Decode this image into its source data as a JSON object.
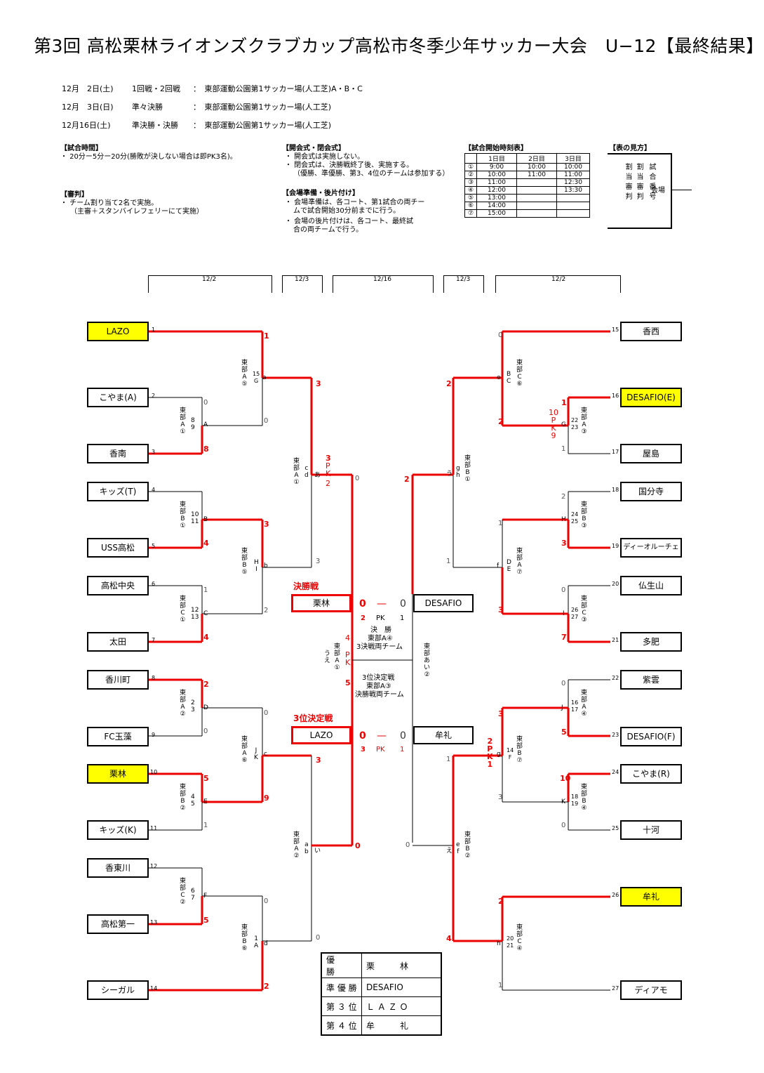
{
  "title": "第3回 高松栗林ライオンズクラブカップ高松市冬季少年サッカー大会　U−12【最終結果】",
  "schedule": [
    {
      "date": "12月　2日(土)",
      "round": "1回戦・2回戦",
      "venue": "：　東部運動公園第1サッカー場(人工芝)A・B・C"
    },
    {
      "date": "12月　3日(日)",
      "round": "準々決勝",
      "venue": "：　東部運動公園第1サッカー場(人工芝)"
    },
    {
      "date": "12月16日(土)",
      "round": "準決勝・決勝",
      "venue": "：　東部運動公園第1サッカー場(人工芝)"
    }
  ],
  "notes": {
    "match_time_h": "【試合時間】",
    "match_time": "・ 20分ー5分ー20分(勝敗が決しない場合は即PK3名)。",
    "referee_h": "【審判】",
    "referee_1": "・ チーム割り当て2名で実施。",
    "referee_2": "（主審＋スタンバイレフェリーにて実施）",
    "ceremony_h": "【開会式・閉会式】",
    "ceremony_1": "・ 開会式は実施しない。",
    "ceremony_2": "・ 閉会式は、決勝戦終了後、実施する。",
    "ceremony_3": "（優勝、準優勝、第3、4位のチームは参加する）",
    "venue_h": "【会場準備・後片付け】",
    "venue_1": "・ 会場準備は、各コート、第1試合の両チー",
    "venue_2": "ムで試合開始30分前までに行う。",
    "venue_3": "・ 会場の後片付けは、各コート、最終試",
    "venue_4": "合の両チームで行う。"
  },
  "timetable": {
    "heading": "【試合開始時刻表】",
    "cols": [
      "",
      "1日目",
      "2日目",
      "3日目"
    ],
    "rows": [
      [
        "①",
        "9:00",
        "10:00",
        "10:00"
      ],
      [
        "②",
        "10:00",
        "11:00",
        "11:00"
      ],
      [
        "③",
        "11:00",
        "",
        "12:30"
      ],
      [
        "④",
        "12:00",
        "",
        "13:30"
      ],
      [
        "⑤",
        "13:00",
        "",
        ""
      ],
      [
        "⑥",
        "14:00",
        "",
        ""
      ],
      [
        "⑦",
        "15:00",
        "",
        ""
      ]
    ]
  },
  "legend": {
    "heading": "【表の見方】",
    "col1": "割当審判",
    "col2": "割当審判",
    "col3": "試合番号",
    "col4": "会場"
  },
  "date_headers": [
    "12/2",
    "12/3",
    "12/16",
    "12/3",
    "12/2"
  ],
  "left_teams": [
    {
      "seed": "1",
      "name": "LAZO",
      "hl": true
    },
    {
      "seed": "2",
      "name": "こやま(A)"
    },
    {
      "seed": "3",
      "name": "香南"
    },
    {
      "seed": "4",
      "name": "キッズ(T)"
    },
    {
      "seed": "5",
      "name": "USS高松"
    },
    {
      "seed": "6",
      "name": "高松中央"
    },
    {
      "seed": "7",
      "name": "太田"
    },
    {
      "seed": "8",
      "name": "香川町"
    },
    {
      "seed": "9",
      "name": "FC玉藻"
    },
    {
      "seed": "10",
      "name": "栗林",
      "hl": true
    },
    {
      "seed": "11",
      "name": "キッズ(K)"
    },
    {
      "seed": "12",
      "name": "香東川"
    },
    {
      "seed": "13",
      "name": "高松第一"
    },
    {
      "seed": "14",
      "name": "シーガル"
    }
  ],
  "right_teams": [
    {
      "seed": "15",
      "name": "香西"
    },
    {
      "seed": "16",
      "name": "DESAFIO(E)",
      "hl": true
    },
    {
      "seed": "17",
      "name": "屋島"
    },
    {
      "seed": "18",
      "name": "国分寺"
    },
    {
      "seed": "19",
      "name": "ディーオルーチェ"
    },
    {
      "seed": "20",
      "name": "仏生山"
    },
    {
      "seed": "21",
      "name": "多肥"
    },
    {
      "seed": "22",
      "name": "紫雲"
    },
    {
      "seed": "23",
      "name": "DESAFIO(F)"
    },
    {
      "seed": "24",
      "name": "こやま(R)"
    },
    {
      "seed": "25",
      "name": "十河"
    },
    {
      "seed": "26",
      "name": "牟礼",
      "hl": true
    },
    {
      "seed": "27",
      "name": "ディアモ"
    }
  ],
  "final": {
    "label": "決勝戦",
    "left": "栗林",
    "right": "DESAFIO",
    "score_l": "0",
    "dash": "—",
    "score_r": "0",
    "pk_l": "2",
    "pk": "PK",
    "pk_r": "1",
    "note1": "決　勝",
    "note2": "東部A④",
    "note3": "3決戦両チーム"
  },
  "third": {
    "label": "3位決定戦",
    "left": "LAZO",
    "right": "牟礼",
    "score_l": "0",
    "dash": "—",
    "score_r": "0",
    "pk_l": "3",
    "pk": "PK",
    "pk_r": "1",
    "note1": "3位決定戦",
    "note2": "東部A③",
    "note3": "決勝戦両チーム"
  },
  "results": [
    {
      "place": "優　　勝",
      "team": "栗　　　林"
    },
    {
      "place": "準 優 勝",
      "team": "DESAFIO"
    },
    {
      "place": "第 ３ 位",
      "team": "Ｌ Ａ Ｚ Ｏ"
    },
    {
      "place": "第 ４ 位",
      "team": "牟　　　礼"
    }
  ],
  "scores": {
    "a1": "1",
    "a2": "3",
    "a3": "0",
    "A_top": "0",
    "A_bot": "8",
    "ca": "3",
    "cb": "0",
    "ap": "3",
    "apk": "P\nK",
    "apk2": "2",
    "b1": "3",
    "b2": "4",
    "bh": "3",
    "bi": "2",
    "d1": "2",
    "d2": "0",
    "e1": "5",
    "e2": "9",
    "e3": "1",
    "jk1": "0",
    "jk2": "3",
    "f1": "0",
    "f2": "5",
    "fd": "0",
    "fd2": "2",
    "il": "4",
    "ilpk": "P\nK",
    "il5": "5",
    "il0": "0",
    "r15": "0",
    "r_e": "2",
    "rg1": "1",
    "rpk": "10\nP\nK\n9",
    "rg2": "1",
    "r2": "2",
    "ru": "2",
    "rh1": "2",
    "rh2": "3",
    "rde1": "1",
    "rde2": "1",
    "ri1": "0",
    "ri2": "7",
    "ri3": "3",
    "rj1": "0",
    "rj2": "5",
    "rf1": "3",
    "rf2": "2",
    "rk1": "10",
    "rk2": "0",
    "rk3": "3",
    "rfpk": "2\nP\nK\n1",
    "reb1": "0",
    "reb2": "1",
    "rh3": "2",
    "rh4": "4",
    "rh5": "1"
  },
  "labels": {
    "G": "東\n部\nA\n⑤",
    "Gnum": "15\nG",
    "A": "東\n部\nA\n①",
    "Anum": "8\n9",
    "cd": "東\n部\nA\n①",
    "B": "東\n部\nB\n①",
    "Bnum": "10\n11",
    "HI": "東\n部\nB\n⑤",
    "C": "東\n部\nC\n①",
    "Cnum": "12\n13",
    "D": "東\n部\nA\n②",
    "Dnum": "2\n3",
    "JK": "東\n部\nA\n⑥",
    "E": "東\n部\nB\n②",
    "Enum": "4\n5",
    "ab": "東\n部\nA\n②",
    "F": "東\n部\nC\n②",
    "Fnum": "6\n7",
    "d": "東\n部\nB\n⑥",
    "dnum": "1\nA",
    "ue": "東\n部\nA\n①",
    "rBC": "東\n部\nC\n⑥",
    "rG": "東\n部\nA\n③",
    "rgh": "東\n部\nB\n①",
    "rH": "東\n部\nB\n③",
    "rDE": "東\n部\nA\n⑦",
    "rI": "東\n部\nC\n③",
    "rai": "東\n部\nあ\nい\n②",
    "rJ": "東\n部\nA\n④",
    "rFB": "東\n部\nB\n⑦",
    "rK": "東\n部\nB\n④",
    "ref": "東\n部\nB\n②",
    "rh": "東\n部\nC\n④"
  }
}
